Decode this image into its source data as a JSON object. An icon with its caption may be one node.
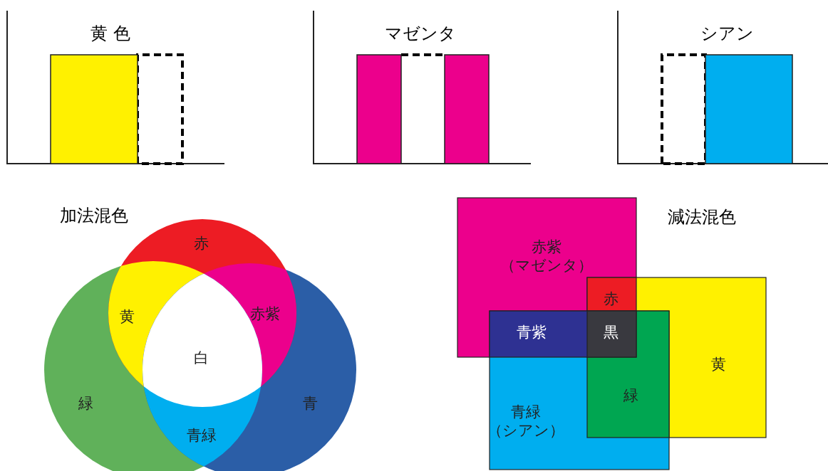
{
  "diagram": {
    "labels": [
      "黄 色",
      "マゼンタ",
      "シアン",
      "加法混色",
      "減法混色",
      "赤",
      "黄",
      "赤紫",
      "白",
      "緑",
      "青",
      "青緑",
      "赤紫（マゼンタ）",
      "赤",
      "青紫",
      "黒",
      "黄",
      "緑",
      "青緑（シアン）"
    ]
  }
}
